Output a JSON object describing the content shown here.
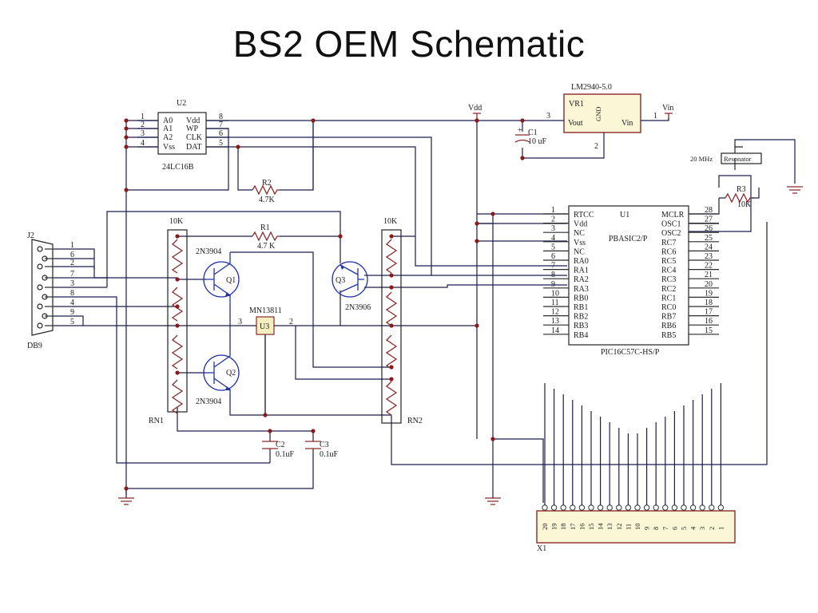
{
  "slide": {
    "title": "BS2 OEM Schematic"
  },
  "u2": {
    "ref": "U2",
    "part": "24LC16B",
    "pins_left": [
      "1",
      "2",
      "3",
      "4"
    ],
    "names_left": [
      "A0",
      "A1",
      "A2",
      "Vss"
    ],
    "names_right": [
      "Vdd",
      "WP",
      "CLK",
      "DAT"
    ],
    "pins_right": [
      "8",
      "7",
      "6",
      "5"
    ]
  },
  "u1": {
    "ref": "U1",
    "name": "PBASIC2/P",
    "part": "PIC16C57C-HS/P",
    "left_pins": [
      "1",
      "2",
      "3",
      "4",
      "5",
      "6",
      "7",
      "8",
      "9",
      "10",
      "11",
      "12",
      "13",
      "14"
    ],
    "left_names": [
      "RTCC",
      "Vdd",
      "NC",
      "Vss",
      "NC",
      "RA0",
      "RA1",
      "RA2",
      "RA3",
      "RB0",
      "RB1",
      "RB2",
      "RB3",
      "RB4"
    ],
    "right_names": [
      "MCLR",
      "OSC1",
      "OSC2",
      "RC7",
      "RC6",
      "RC5",
      "RC4",
      "RC3",
      "RC2",
      "RC1",
      "RC0",
      "RB7",
      "RB6",
      "RB5"
    ],
    "right_pins": [
      "28",
      "27",
      "26",
      "25",
      "24",
      "23",
      "22",
      "21",
      "20",
      "19",
      "18",
      "17",
      "16",
      "15"
    ]
  },
  "vr1": {
    "header": "LM2940-5.0",
    "ref": "VR1",
    "vout": "Vout",
    "gnd": "GND",
    "vin": "Vin",
    "pin3": "3",
    "pin1": "1",
    "pin2": "2"
  },
  "nets": {
    "vdd": "Vdd",
    "vin": "Vin"
  },
  "c1": {
    "ref": "C1",
    "value": "10 uF",
    "plus": "+"
  },
  "c2": {
    "ref": "C2",
    "value": "0.1uF"
  },
  "c3": {
    "ref": "C3",
    "value": "0.1uF"
  },
  "r1": {
    "ref": "R1",
    "value": "4.7 K"
  },
  "r2": {
    "ref": "R2",
    "value": "4.7K"
  },
  "r3": {
    "ref": "R3",
    "value": "10K"
  },
  "resonator": {
    "label": "Resonator",
    "freq": "20 MHz"
  },
  "rn1": {
    "ref": "RN1",
    "value": "10K"
  },
  "rn2": {
    "ref": "RN2",
    "value": "10K"
  },
  "q1": {
    "ref": "Q1",
    "part": "2N3904"
  },
  "q2": {
    "ref": "Q2",
    "part": "2N3904"
  },
  "q3": {
    "ref": "Q3",
    "part": "2N3906"
  },
  "u3": {
    "ref": "U3",
    "part": "MN13811",
    "pin3": "3",
    "pin2": "2"
  },
  "j2": {
    "ref": "J2",
    "type": "DB9",
    "pins": [
      "1",
      "6",
      "2",
      "7",
      "3",
      "8",
      "4",
      "9",
      "5"
    ]
  },
  "x1": {
    "ref": "X1",
    "pins": [
      "20",
      "19",
      "18",
      "17",
      "16",
      "15",
      "14",
      "13",
      "12",
      "11",
      "10",
      "9",
      "8",
      "7",
      "6",
      "5",
      "4",
      "3",
      "2",
      "1"
    ]
  }
}
